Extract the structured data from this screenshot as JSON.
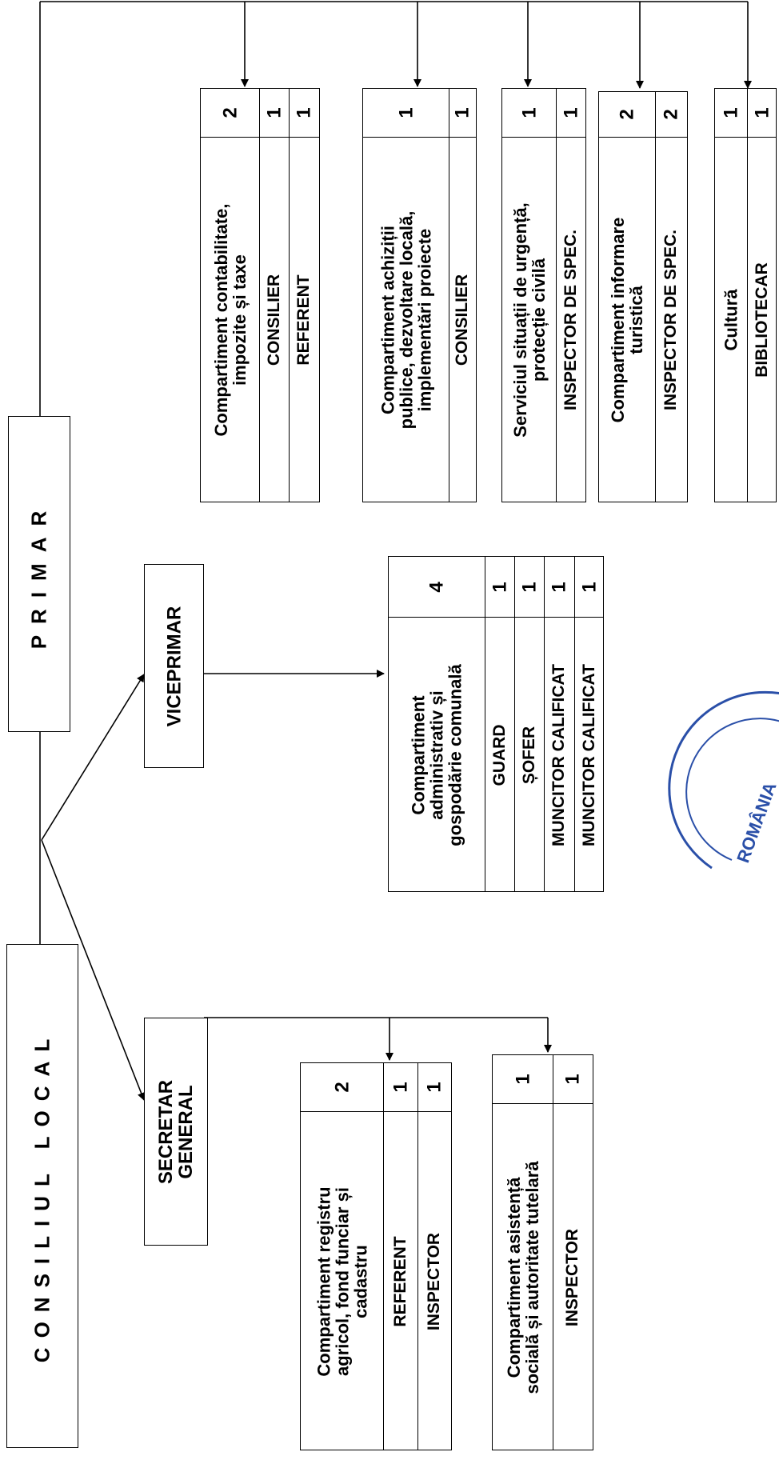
{
  "titles": {
    "consiliu": "CONSILIUL LOCAL",
    "primar": "PRIMAR",
    "viceprimar": "VICEPRIMAR",
    "secretar": [
      "SECRETAR",
      "GENERAL"
    ]
  },
  "units": [
    {
      "head": [
        "Compartiment contabilitate,",
        "impozite și taxe"
      ],
      "total": "2",
      "rows": [
        {
          "label": "CONSILIER",
          "count": "1"
        },
        {
          "label": "REFERENT",
          "count": "1"
        }
      ]
    },
    {
      "head": [
        "Compartiment achiziții",
        "publice, dezvoltare locală,",
        "implementări proiecte"
      ],
      "total": "1",
      "rows": [
        {
          "label": "CONSILIER",
          "count": "1"
        }
      ]
    },
    {
      "head": [
        "Serviciul situații de urgență,",
        "protecție civilă"
      ],
      "total": "1",
      "rows": [
        {
          "label": "INSPECTOR  DE SPEC.",
          "count": "1"
        }
      ]
    },
    {
      "head": [
        "Compartiment informare",
        "turistică"
      ],
      "total": "2",
      "rows": [
        {
          "label": "INSPECTOR DE SPEC.",
          "count": "2"
        }
      ]
    },
    {
      "head": [
        "Cultură"
      ],
      "total": "1",
      "rows": [
        {
          "label": "BIBLIOTECAR",
          "count": "1"
        }
      ]
    },
    {
      "head": [
        "Compartiment",
        "administrativ și",
        "gospodărie comunală"
      ],
      "total": "4",
      "rows": [
        {
          "label": "GUARD",
          "count": "1"
        },
        {
          "label": "ȘOFER",
          "count": "1"
        },
        {
          "label": "MUNCITOR CALIFICAT",
          "count": "1"
        },
        {
          "label": "MUNCITOR CALIFICAT",
          "count": "1"
        }
      ]
    },
    {
      "head": [
        "Compartiment registru",
        "agricol, fond funciar și",
        "cadastru"
      ],
      "total": "2",
      "rows": [
        {
          "label": "REFERENT",
          "count": "1"
        },
        {
          "label": "INSPECTOR",
          "count": "1"
        }
      ]
    },
    {
      "head": [
        "Compartiment asistență",
        "socială și autoritate tutelară"
      ],
      "total": "1",
      "rows": [
        {
          "label": "INSPECTOR",
          "count": "1"
        }
      ]
    }
  ],
  "seal": {
    "text": "ROMÂNIA",
    "color": "#2a4fa8"
  }
}
